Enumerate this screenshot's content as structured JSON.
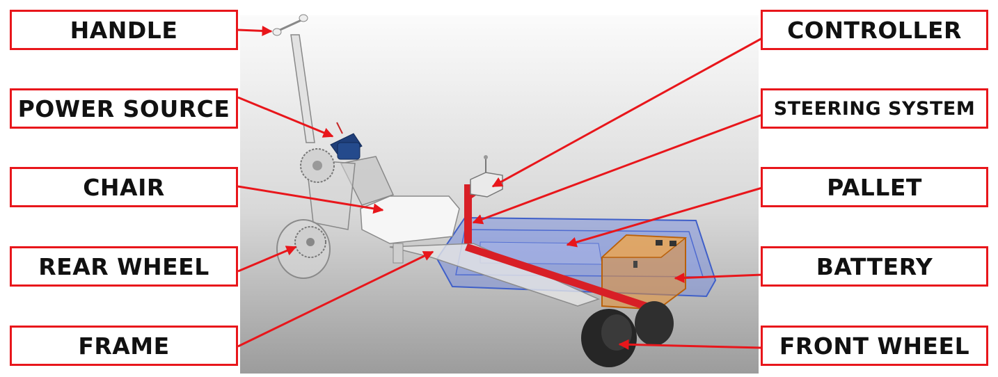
{
  "labels": {
    "handle": "HANDLE",
    "power_source": "POWER SOURCE",
    "chair": "CHAIR",
    "rear_wheel": "REAR WHEEL",
    "frame": "FRAME",
    "controller": "CONTROLLER",
    "steering_system": "STEERING SYSTEM",
    "pallet": "PALLET",
    "battery": "BATTERY",
    "front_wheel": "FRONT WHEEL"
  },
  "colors": {
    "accent": "#e8161b",
    "pallet": "#5a78d8",
    "battery": "#e8882a",
    "motor": "#1f3f7a",
    "wheel": "#2a2a2a",
    "steering": "#d81f26"
  }
}
